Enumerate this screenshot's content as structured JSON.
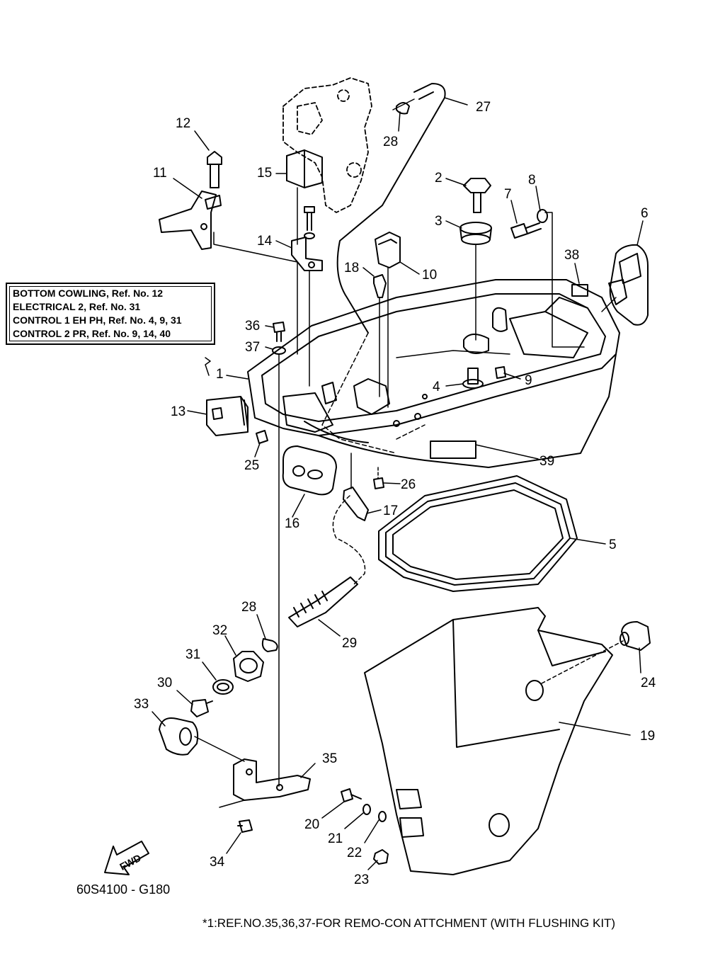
{
  "legend": {
    "lines": [
      "BOTTOM COWLING, Ref. No. 12",
      "ELECTRICAL 2,  Ref. No. 31",
      "CONTROL 1 EH PH,  Ref. No. 4, 9, 31",
      "CONTROL 2 PR,  Ref. No. 9, 14, 40"
    ]
  },
  "callouts": {
    "c1": "1",
    "c2": "2",
    "c3": "3",
    "c4": "4",
    "c5": "5",
    "c6": "6",
    "c7": "7",
    "c8": "8",
    "c9": "9",
    "c10": "10",
    "c11": "11",
    "c12": "12",
    "c13": "13",
    "c14": "14",
    "c15": "15",
    "c16": "16",
    "c17": "17",
    "c18": "18",
    "c19": "19",
    "c20": "20",
    "c21": "21",
    "c22": "22",
    "c23": "23",
    "c24": "24",
    "c25": "25",
    "c26": "26",
    "c27": "27",
    "c28a": "28",
    "c28b": "28",
    "c29": "29",
    "c30": "30",
    "c31": "31",
    "c32": "32",
    "c33": "33",
    "c34": "34",
    "c35": "35",
    "c36": "36",
    "c37": "37",
    "c38": "38",
    "c39": "39"
  },
  "fwd_label": "FWD",
  "diagram_code": "60S4100 - G180",
  "footnote": "*1:REF.NO.35,36,37-FOR REMO-CON ATTCHMENT (WITH FLUSHING KIT)"
}
